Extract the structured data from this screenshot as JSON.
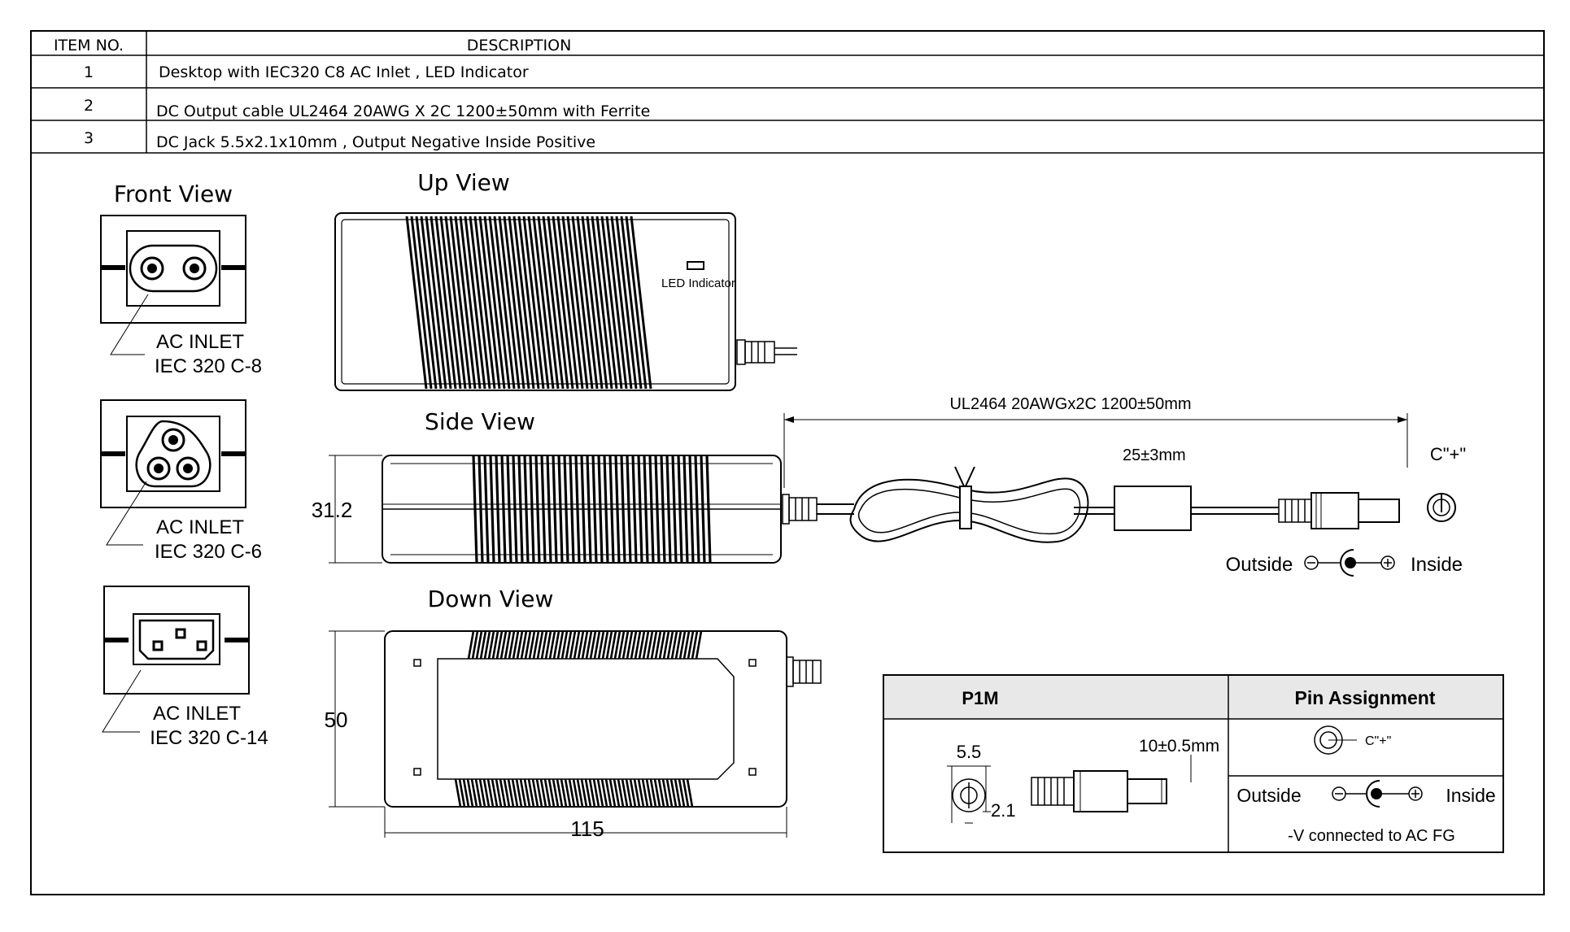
{
  "table": {
    "headers": {
      "item_no": "ITEM NO.",
      "description": "DESCRIPTION"
    },
    "rows": [
      {
        "no": "1",
        "desc": "Desktop with IEC320 C8 AC Inlet , LED Indicator"
      },
      {
        "no": "2",
        "desc": "DC Output cable  UL2464 20AWG X 2C 1200±50mm with Ferrite"
      },
      {
        "no": "3",
        "desc": "DC Jack 5.5x2.1x10mm  , Output Negative Inside Positive"
      }
    ]
  },
  "front_view": {
    "title": "Front View",
    "inlets": [
      {
        "line1": "AC INLET",
        "line2": "IEC 320 C-8"
      },
      {
        "line1": "AC INLET",
        "line2": "IEC 320 C-6"
      },
      {
        "line1": "AC INLET",
        "line2": "IEC 320 C-14"
      }
    ]
  },
  "up_view": {
    "title": "Up View",
    "led_label": "LED Indicator"
  },
  "side_view": {
    "title": "Side View",
    "height_dim": "31.2"
  },
  "down_view": {
    "title": "Down View",
    "height_dim": "50",
    "length_dim": "115"
  },
  "cable": {
    "length_label": "UL2464 20AWGx2C 1200±50mm",
    "ferrite_label": "25±3mm",
    "jack_label": "C\"+\"",
    "outside_label": "Outside",
    "inside_label": "Inside"
  },
  "pin_table": {
    "col1_header": "P1M",
    "col2_header": "Pin Assignment",
    "dim_diameter": "5.5",
    "dim_pin": "2.1",
    "dim_length": "10±0.5mm",
    "jack_label": "C\"+\"",
    "outside_label": "Outside",
    "inside_label": "Inside",
    "note": "-V connected to AC FG"
  }
}
